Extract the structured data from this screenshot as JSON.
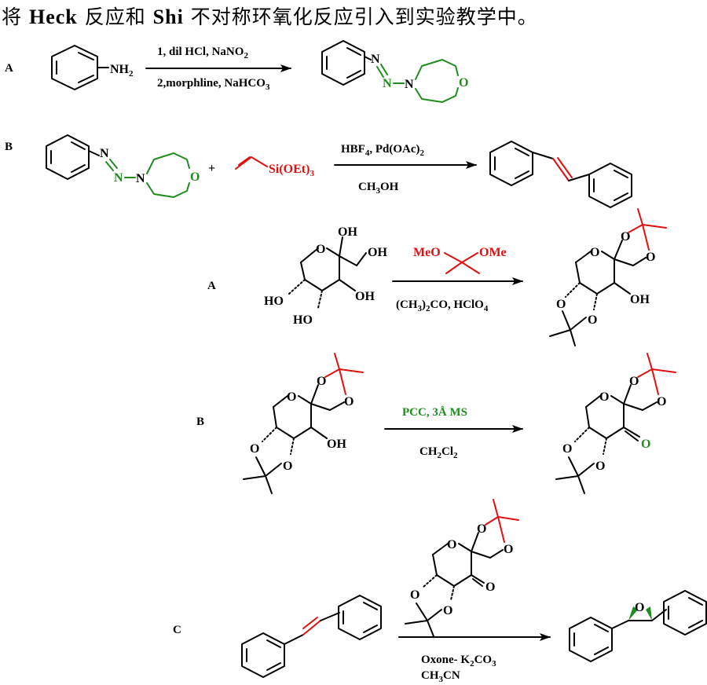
{
  "title": {
    "prefix": "将",
    "heck": "Heck",
    "middle": "反应和",
    "shi": "Shi",
    "suffix": "不对称环氧化反应引入到实验教学中。"
  },
  "colors": {
    "black": "#000000",
    "green": "#1f8c1f",
    "red": "#e01010"
  },
  "scheme1": {
    "label": "A",
    "reagents_top": "1, dil HCl, NaNO2",
    "reagents_bottom": "2,morphline, NaHCO3",
    "amine": "NH2"
  },
  "scheme2": {
    "label": "B",
    "plus": "+",
    "silane": "Si(OEt)3",
    "reagents_top": "HBF4, Pd(OAc)2",
    "reagents_bottom": "CH3OH"
  },
  "scheme3": {
    "label": "A",
    "acetal": [
      "MeO",
      "OMe"
    ],
    "reagents_bottom": "(CH3)2CO, HClO4",
    "oh": "OH",
    "ho": "HO"
  },
  "scheme4": {
    "label": "B",
    "reagents_top": "PCC, 3Å MS",
    "reagents_bottom": "CH2Cl2",
    "ketone_o": "O"
  },
  "scheme5": {
    "label": "C",
    "reagents_bottom_1": "Oxone- K2CO3",
    "reagents_bottom_2": "CH3CN"
  },
  "atoms": {
    "N": "N",
    "O": "O"
  }
}
